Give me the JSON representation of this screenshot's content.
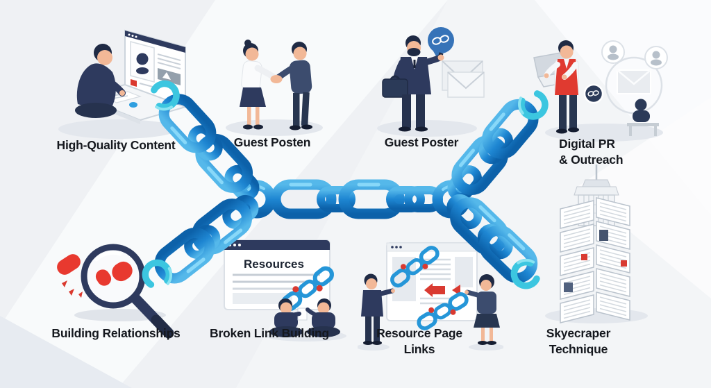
{
  "title": "Link building strategies infographic",
  "colors": {
    "background": "#eff1f4",
    "chain_blue": "#1e86d2",
    "chain_blue_dark": "#0c61a9",
    "chain_blue_light": "#55b8ea",
    "arrow_cyan": "#3cc6e0",
    "accent_red": "#da392f",
    "navy": "#2e3a5e",
    "label_text": "#15181e"
  },
  "connector": {
    "type": "chain",
    "description": "Central horizontal blue chain with four diagonal chain branches ending in cyan curved arrows, linking all eight strategies"
  },
  "nodes": [
    {
      "id": "high-quality-content",
      "label": "High-Quality Content"
    },
    {
      "id": "guest-posten",
      "label": "Guest Posten"
    },
    {
      "id": "guest-poster",
      "label": "Guest Poster"
    },
    {
      "id": "digital-pr-outreach",
      "label": "Digital PR & Outreach",
      "lines": [
        "Digital PR",
        "& Outreach"
      ]
    },
    {
      "id": "building-relationships",
      "label": "Building Relationships"
    },
    {
      "id": "broken-link-building",
      "label": "Broken Link Building",
      "window_title": "Resources"
    },
    {
      "id": "resource-page-links",
      "label": "Resource Page Links",
      "lines": [
        "Resource Page",
        "Links"
      ]
    },
    {
      "id": "skyscraper-technique",
      "label": "Skyecraper Technique",
      "lines": [
        "Skyecraper",
        "Technique"
      ]
    }
  ]
}
